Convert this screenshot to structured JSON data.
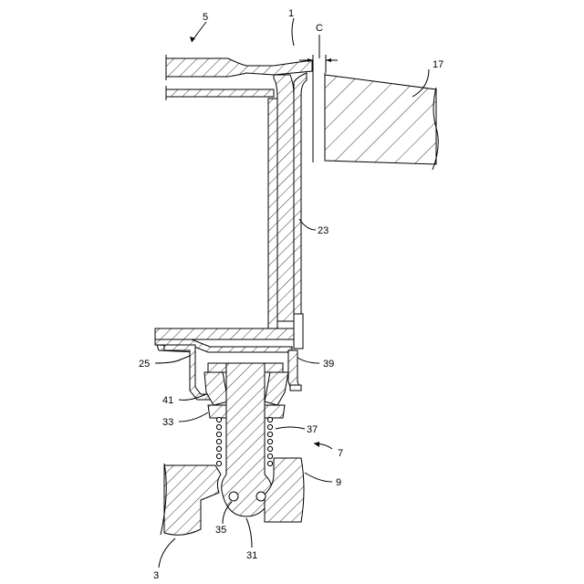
{
  "labels": {
    "l1": "1",
    "l5": "5",
    "lC": "C",
    "l17": "17",
    "l23": "23",
    "l25": "25",
    "l39": "39",
    "l41": "41",
    "l33": "33",
    "l37": "37",
    "l7": "7",
    "l9": "9",
    "l35": "35",
    "l31": "31",
    "l3": "3"
  }
}
